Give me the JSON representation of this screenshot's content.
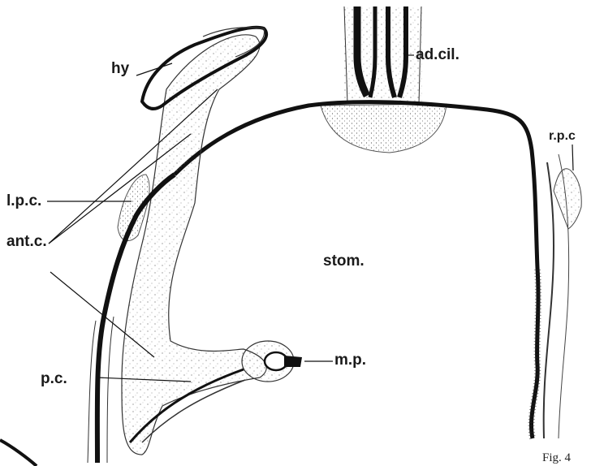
{
  "figure": {
    "caption": "Fig. 4",
    "labels": {
      "hy": "hy",
      "ad_cil": "ad.cil.",
      "r_p_c": "r.p.c",
      "l_p_c": "l.p.c.",
      "ant_c": "ant.c.",
      "stom": "stom.",
      "m_p": "m.p.",
      "p_c": "p.c."
    }
  },
  "colors": {
    "ink": "#111111",
    "stipple": "#555555",
    "tissue_fill": "#f3f3f3",
    "background": "#ffffff"
  }
}
